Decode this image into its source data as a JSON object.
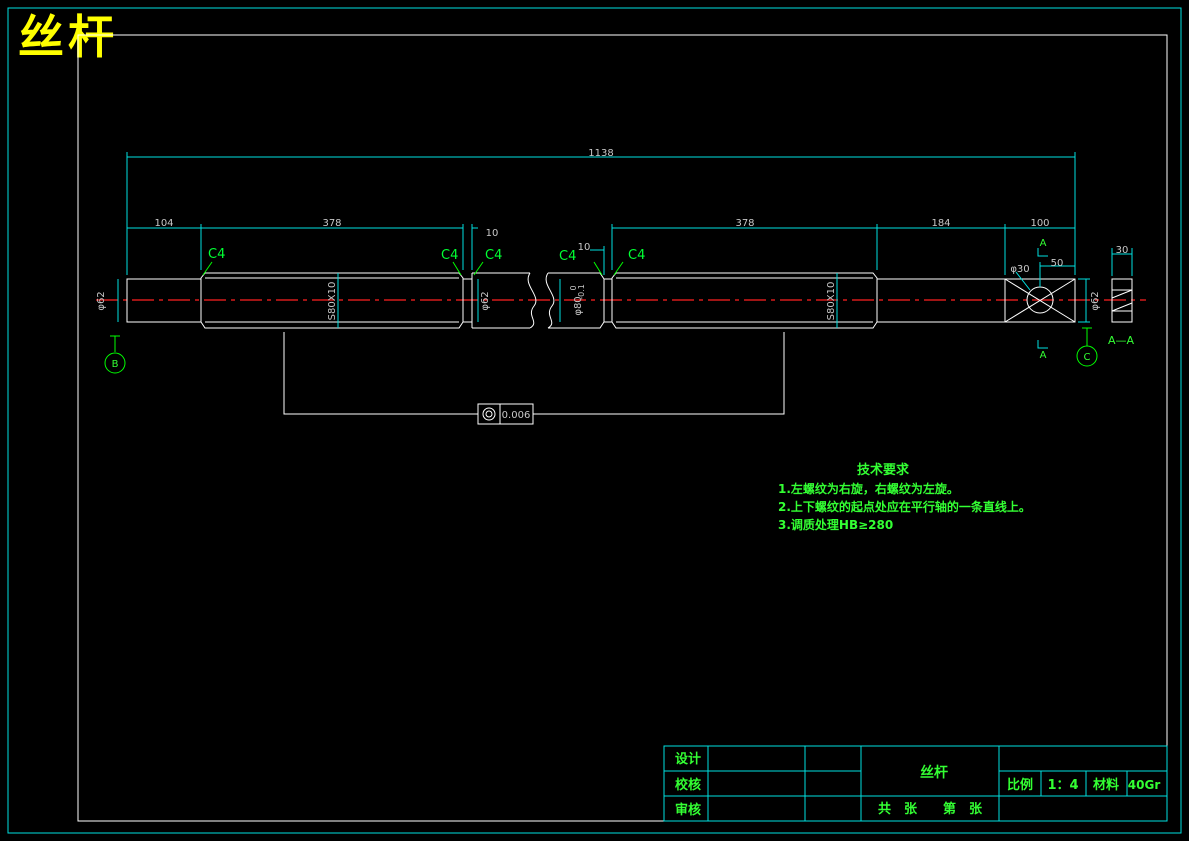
{
  "title": "丝杆",
  "dimensions": {
    "total": "1138",
    "left_end": "104",
    "thread_left": "378",
    "gap_left": "10",
    "gap_right": "10",
    "thread_right": "378",
    "right_shaft": "184",
    "right_end": "100",
    "hole_offset": "50",
    "section_width": "30",
    "diam_left": "φ62",
    "diam_mid": "φ62",
    "diam_right": "φ62",
    "hole_diam": "φ30",
    "thread_left_spec": "S80X10",
    "thread_right_spec": "S80X10",
    "mid_neck": "φ80",
    "mid_tol_upper": "0",
    "mid_tol_lower": "-0.1"
  },
  "chamfers": [
    "C4",
    "C4",
    "C4",
    "C4",
    "C4"
  ],
  "datums": {
    "left": "B",
    "right": "C"
  },
  "section": {
    "mark": "A",
    "label": "A—A"
  },
  "tolerance": {
    "value": "0.006"
  },
  "requirements": {
    "heading": "技术要求",
    "items": [
      "1.左螺纹为右旋，右螺纹为左旋。",
      "2.上下螺纹的起点处应在平行轴的一条直线上。",
      "3.调质处理HB≥280"
    ]
  },
  "title_block": {
    "design": "设计",
    "check": "校核",
    "review": "审核",
    "part_name": "丝杆",
    "scale_label": "比例",
    "scale_value": "1：4",
    "material_label": "材料",
    "material_value": "40Gr",
    "sheets": "共　张　　第　张"
  },
  "colors": {
    "frame": "#00e0e0",
    "outline": "#ffffff",
    "centerline": "#ff2020",
    "text_green": "#33ff33",
    "title_yellow": "#ffff00"
  }
}
